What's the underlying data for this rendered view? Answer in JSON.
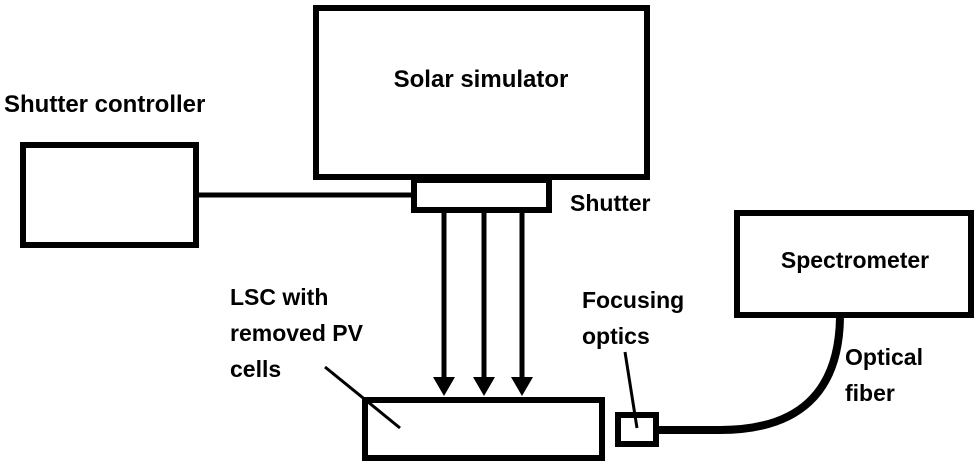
{
  "diagram": {
    "type": "experimental-setup",
    "colors": {
      "stroke": "#000000",
      "background": "#ffffff"
    },
    "components": {
      "solar_simulator": {
        "label": "Solar simulator"
      },
      "shutter": {
        "label": "Shutter"
      },
      "shutter_controller": {
        "label": "Shutter controller"
      },
      "lsc": {
        "label_lines": [
          "LSC with",
          "removed PV",
          "cells"
        ]
      },
      "focusing_optics": {
        "label_lines": [
          "Focusing",
          "optics"
        ]
      },
      "spectrometer": {
        "label": "Spectrometer"
      },
      "optical_fiber": {
        "label_lines": [
          "Optical",
          "fiber"
        ]
      }
    },
    "connections": [
      {
        "from": "shutter_controller",
        "to": "shutter",
        "kind": "cable"
      },
      {
        "from": "shutter",
        "to": "lsc",
        "kind": "light-arrows",
        "count": 3
      },
      {
        "from": "focusing_optics",
        "to": "spectrometer",
        "kind": "optical-fiber"
      }
    ]
  }
}
